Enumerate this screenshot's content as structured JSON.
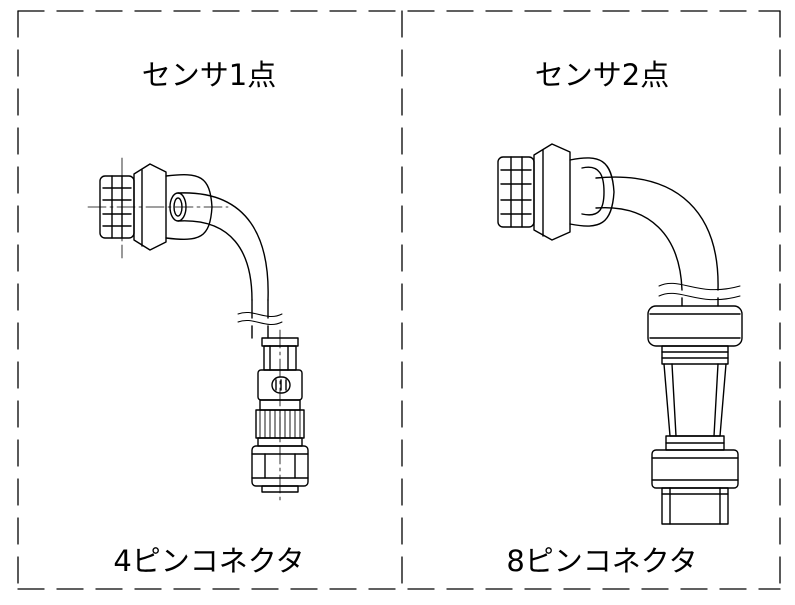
{
  "panels": [
    {
      "title": "センサ1点",
      "caption": "4ピンコネクタ"
    },
    {
      "title": "センサ2点",
      "caption": "8ピンコネクタ"
    }
  ],
  "colors": {
    "line": "#000000",
    "background": "#ffffff"
  }
}
